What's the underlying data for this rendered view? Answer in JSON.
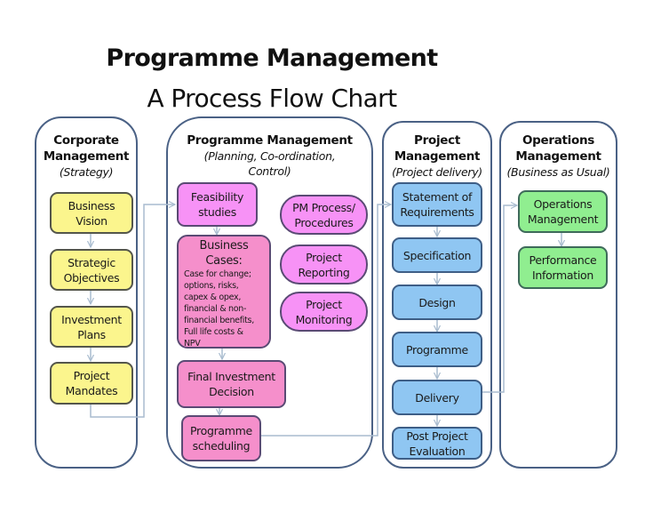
{
  "title": {
    "main": "Programme Management",
    "subtitle": "A Process Flow Chart"
  },
  "lanes": [
    {
      "title_lines": [
        "Corporate",
        "Management"
      ],
      "subtitle": "(Strategy)",
      "boxes": [
        {
          "lines": [
            "Business",
            "Vision"
          ]
        },
        {
          "lines": [
            "Strategic",
            "Objectives"
          ]
        },
        {
          "lines": [
            "Investment",
            "Plans"
          ]
        },
        {
          "lines": [
            "Project",
            "Mandates"
          ]
        }
      ]
    },
    {
      "title_lines": [
        "Programme Management"
      ],
      "subtitle_lines": [
        "(Planning, Co-ordination,",
        "Control)"
      ],
      "boxes": [
        {
          "lines": [
            "Feasibility",
            "studies"
          ]
        },
        {
          "title_lines": [
            "Business",
            "Cases:"
          ],
          "detail_lines": [
            "Case for change;",
            "options, risks,",
            "capex & opex,",
            "financial & non-",
            "financial benefits,",
            "Full life costs &",
            "NPV"
          ]
        },
        {
          "lines": [
            "Final Investment",
            "Decision"
          ]
        },
        {
          "lines": [
            "Programme",
            "scheduling"
          ]
        }
      ],
      "side_boxes": [
        {
          "lines": [
            "PM Process/",
            "Procedures"
          ]
        },
        {
          "lines": [
            "Project",
            "Reporting"
          ]
        },
        {
          "lines": [
            "Project",
            "Monitoring"
          ]
        }
      ]
    },
    {
      "title_lines": [
        "Project",
        "Management"
      ],
      "subtitle": "(Project delivery)",
      "boxes": [
        {
          "lines": [
            "Statement of",
            "Requirements"
          ]
        },
        {
          "lines": [
            "Specification"
          ]
        },
        {
          "lines": [
            "Design"
          ]
        },
        {
          "lines": [
            "Programme"
          ]
        },
        {
          "lines": [
            "Delivery"
          ]
        },
        {
          "lines": [
            "Post Project",
            "Evaluation"
          ]
        }
      ]
    },
    {
      "title_lines": [
        "Operations",
        "Management"
      ],
      "subtitle": "(Business as Usual)",
      "boxes": [
        {
          "lines": [
            "Operations",
            "Management"
          ]
        },
        {
          "lines": [
            "Performance",
            "Information"
          ]
        }
      ]
    }
  ],
  "colors": {
    "lane_border": "#4a6185",
    "connector": "#a9bccf",
    "corporate_fill": "#fbf58d",
    "programme_fill_top": "#f792f6",
    "programme_fill": "#f58fcb",
    "project_fill": "#8fc6f2",
    "operations_fill": "#90ee90"
  }
}
